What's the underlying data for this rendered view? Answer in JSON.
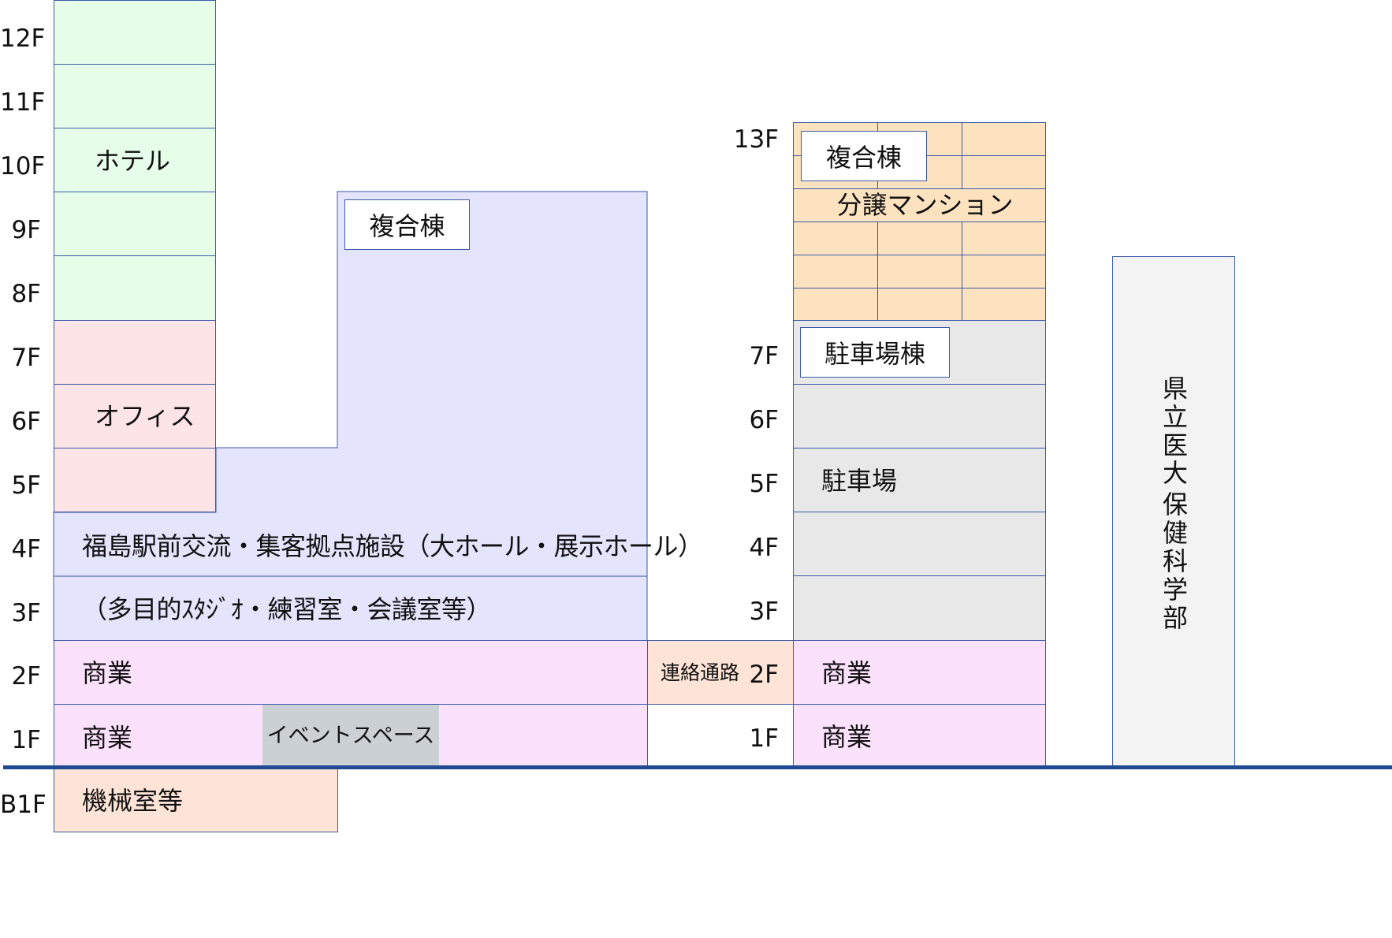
{
  "colors": {
    "hotel": "#e6fde9",
    "office": "#fde4e6",
    "complex": "#e4e4fd",
    "commerce": "#fce1fd",
    "event_space": "#cbd0d4",
    "machine_room": "#fde4d6",
    "passage": "#fde4d6",
    "condo": "#fde2bf",
    "parking": "#e8e8e8",
    "medical": "#f3f3f3",
    "ground_line": "#1e4b93",
    "border": "#3b5aa8"
  },
  "left_floors": [
    "12F",
    "11F",
    "10F",
    "9F",
    "8F",
    "7F",
    "6F",
    "5F",
    "4F",
    "3F",
    "2F",
    "1F",
    "B1F"
  ],
  "right_floors": {
    "f13": "13F",
    "f7": "7F",
    "f6": "6F",
    "f5": "5F",
    "f4": "4F",
    "f3": "3F",
    "f2": "2F",
    "f1": "1F"
  },
  "left": {
    "hotel": "ホテル",
    "office": "オフィス",
    "complex_tag": "複合棟",
    "facility_line1": "福島駅前交流・集客拠点施設（大ホール・展示ホール）",
    "facility_line2": "（多目的ｽﾀｼﾞｵ・練習室・会議室等）",
    "commerce_2f": "商業",
    "commerce_1f": "商業",
    "event_space": "イベントスペース",
    "machine_room": "機械室等"
  },
  "passage": "連絡通路",
  "right": {
    "complex_tag": "複合棟",
    "condo": "分譲マンション",
    "parking_tag": "駐車場棟",
    "parking": "駐車場",
    "commerce_2f": "商業",
    "commerce_1f": "商業"
  },
  "medical": {
    "chars": [
      "県",
      "立",
      "医",
      "大",
      "",
      "保",
      "健",
      "科",
      "学",
      "部"
    ]
  }
}
